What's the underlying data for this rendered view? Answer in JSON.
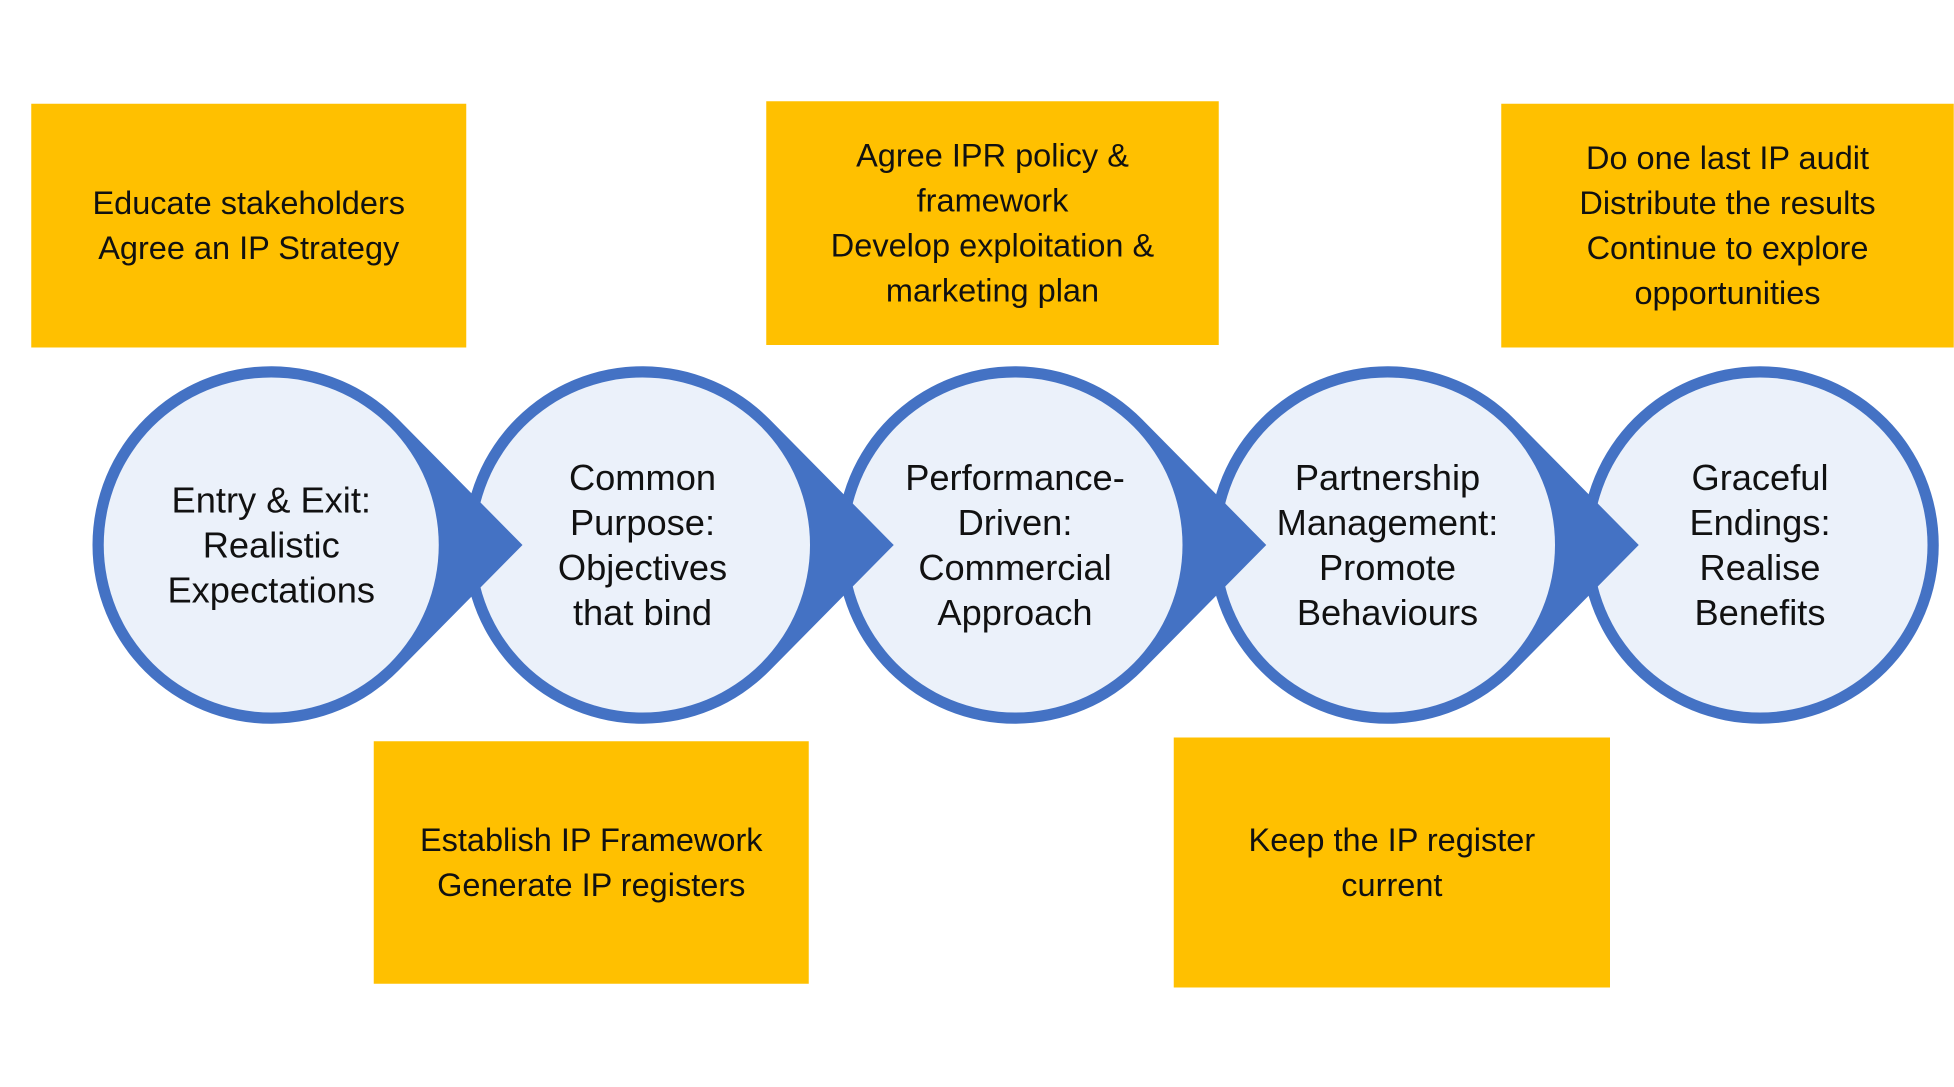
{
  "colors": {
    "box_fill": "#FFC000",
    "circle_stroke": "#4472C4",
    "circle_fill": "#EBF1FA",
    "text": "#111111"
  },
  "stages": [
    {
      "lines": [
        "Entry & Exit:",
        "Realistic",
        "Expectations"
      ]
    },
    {
      "lines": [
        "Common",
        "Purpose:",
        "Objectives",
        "that bind"
      ]
    },
    {
      "lines": [
        "Performance-",
        "Driven:",
        "Commercial",
        "Approach"
      ]
    },
    {
      "lines": [
        "Partnership",
        "Management:",
        "Promote",
        "Behaviours"
      ]
    },
    {
      "lines": [
        "Graceful",
        "Endings:",
        "Realise",
        "Benefits"
      ]
    }
  ],
  "boxes": [
    {
      "lines": [
        "Educate stakeholders",
        "Agree an IP Strategy"
      ]
    },
    {
      "lines": [
        "Agree IPR policy &",
        "framework",
        "Develop exploitation &",
        "marketing plan"
      ]
    },
    {
      "lines": [
        "Do one last IP audit",
        "Distribute the results",
        "Continue to explore",
        "opportunities"
      ]
    },
    {
      "lines": [
        "Establish IP Framework",
        "Generate IP registers"
      ]
    },
    {
      "lines": [
        "Keep the IP register",
        "current"
      ]
    }
  ]
}
